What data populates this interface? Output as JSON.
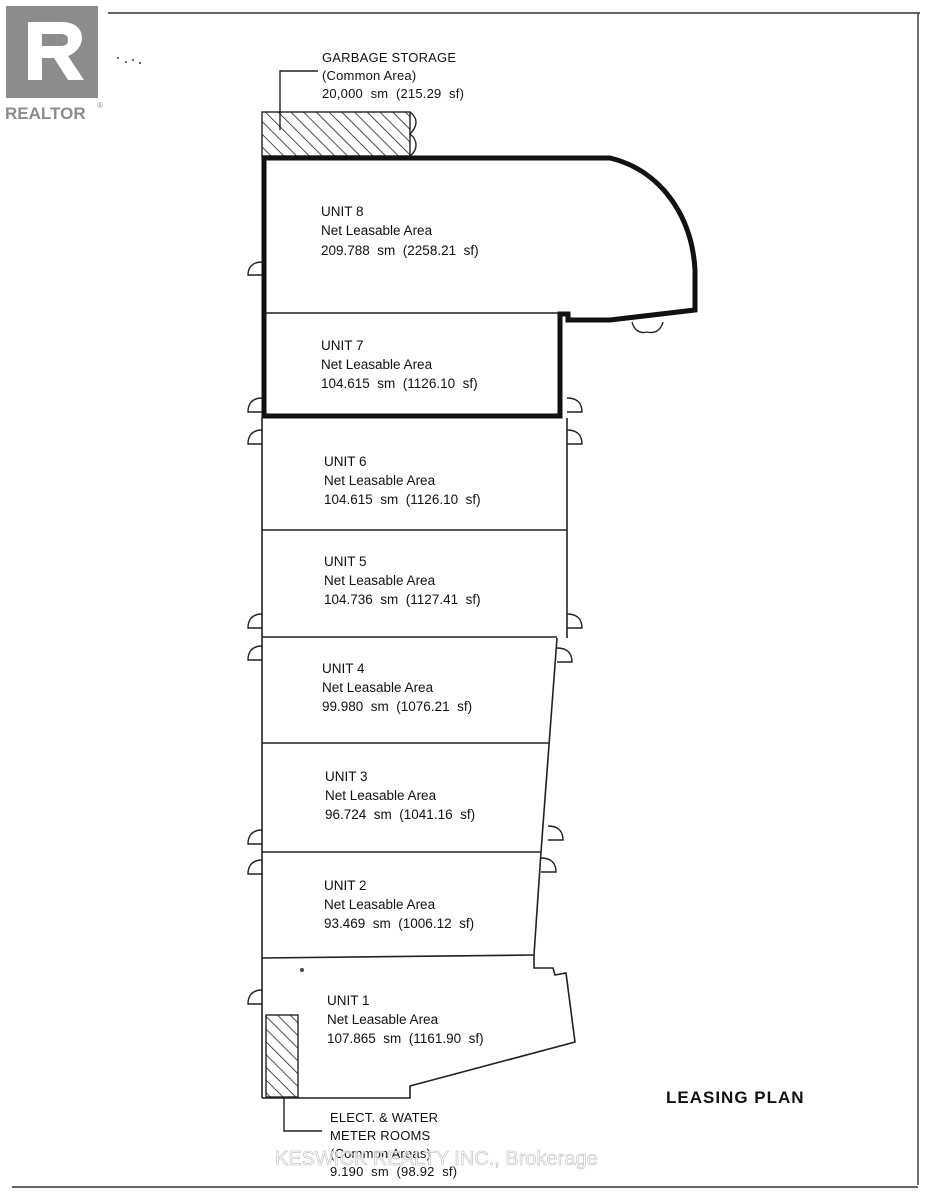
{
  "logo": {
    "text": "REALTOR",
    "mark": "®"
  },
  "plan_title": "LEASING PLAN",
  "watermark": "KESWICK REALTY INC., Brokerage",
  "garbage": {
    "line1": "GARBAGE STORAGE",
    "line2": "(Common Area)",
    "line3": "20,000  sm  (215.29  sf)"
  },
  "meter": {
    "line1": "ELECT. & WATER",
    "line2": "METER ROOMS",
    "line3": "(Common Areas)",
    "line4": "9.190  sm  (98.92  sf)"
  },
  "units": [
    {
      "name": "UNIT 8",
      "desc": "Net Leasable Area",
      "area": "209.788  sm  (2258.21  sf)"
    },
    {
      "name": "UNIT 7",
      "desc": "Net Leasable Area",
      "area": "104.615  sm  (1126.10  sf)"
    },
    {
      "name": "UNIT 6",
      "desc": "Net Leasable Area",
      "area": "104.615  sm  (1126.10  sf)"
    },
    {
      "name": "UNIT 5",
      "desc": "Net Leasable Area",
      "area": "104.736  sm  (1127.41  sf)"
    },
    {
      "name": "UNIT 4",
      "desc": "Net Leasable Area",
      "area": "99.980  sm  (1076.21  sf)"
    },
    {
      "name": "UNIT 3",
      "desc": "Net Leasable Area",
      "area": "96.724  sm  (1041.16  sf)"
    },
    {
      "name": "UNIT 2",
      "desc": "Net Leasable Area",
      "area": "93.469  sm  (1006.12  sf)"
    },
    {
      "name": "UNIT 1",
      "desc": "Net Leasable Area",
      "area": "107.865  sm  (1161.90  sf)"
    }
  ],
  "colors": {
    "line": "#1a1a1a",
    "logo": "#8c8c8c",
    "paper": "#ffffff"
  }
}
